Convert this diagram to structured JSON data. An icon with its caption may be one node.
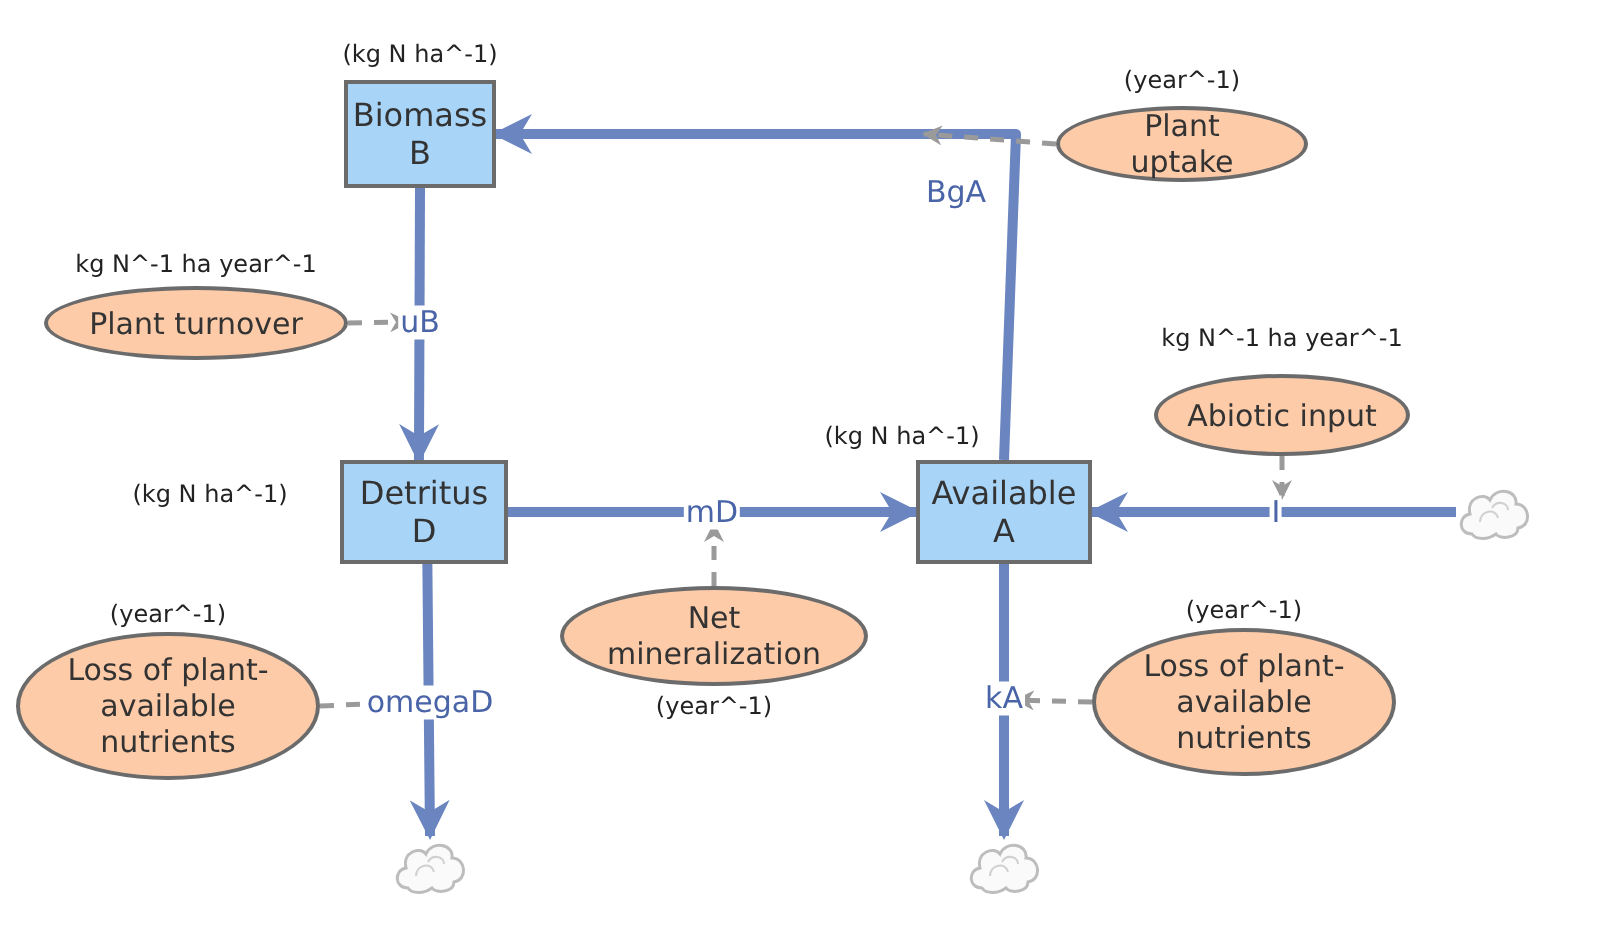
{
  "diagram": {
    "nodes": [
      {
        "text": [
          "Biomass",
          "B"
        ],
        "beside": [
          "(kg N ha^-1)"
        ]
      },
      {
        "text": [
          "Plant uptake"
        ],
        "beside": [
          "(year^-1)"
        ]
      },
      {
        "text": [
          "Plant turnover"
        ],
        "beside": [
          "kg N^-1 ha year^-1"
        ]
      },
      {
        "text": [
          "Abiotic input"
        ],
        "beside": [
          "kg N^-1 ha year^-1"
        ]
      },
      {
        "text": [
          "Detritus",
          "D"
        ],
        "beside": [
          "(kg N ha^-1)"
        ]
      },
      {
        "text": [
          "Available",
          "A"
        ],
        "beside": [
          "(kg N ha^-1)"
        ]
      },
      {
        "text": [],
        "shape": "cloud"
      },
      {
        "text": [
          "Loss of plant-available nutrients"
        ],
        "beside": [
          "(year^-1)"
        ]
      },
      {
        "text": [
          "Net mineralization"
        ],
        "beside": [
          "(year^-1)"
        ]
      },
      {
        "text": [
          "Loss of plant-available nutrients"
        ],
        "beside": [
          "(year^-1)"
        ]
      },
      {
        "text": [],
        "shape": "cloud"
      },
      {
        "text": [],
        "shape": "cloud"
      }
    ],
    "edges": [
      {
        "from": 5,
        "to": 0,
        "arrow": "to",
        "label": "BgA",
        "style": "thick"
      },
      {
        "from": 0,
        "to": 4,
        "arrow": "to",
        "label": "uB",
        "style": "thick"
      },
      {
        "from": 4,
        "to": 5,
        "arrow": "to",
        "label": "mD",
        "style": "thick"
      },
      {
        "from": 6,
        "to": 5,
        "arrow": "to",
        "label": "I",
        "style": "thick"
      },
      {
        "from": 4,
        "to": 10,
        "arrow": "to",
        "label": "omegaD",
        "style": "thick"
      },
      {
        "from": 5,
        "to": 11,
        "arrow": "to",
        "label": "kA",
        "style": "thick"
      },
      {
        "from": 1,
        "to": null,
        "arrow": "to",
        "style": "dashed",
        "color": "#9a9a9a"
      },
      {
        "from": 2,
        "to": null,
        "arrow": "to",
        "style": "dashed",
        "color": "#9a9a9a"
      },
      {
        "from": 3,
        "to": null,
        "arrow": "to",
        "style": "dashed",
        "color": "#9a9a9a"
      },
      {
        "from": 7,
        "to": null,
        "arrow": "to",
        "style": "dashed",
        "color": "#9a9a9a"
      },
      {
        "from": 8,
        "to": null,
        "arrow": "to",
        "style": "dashed",
        "color": "#9a9a9a"
      },
      {
        "from": 9,
        "to": null,
        "arrow": "to",
        "style": "dashed",
        "color": "#9a9a9a"
      }
    ]
  }
}
